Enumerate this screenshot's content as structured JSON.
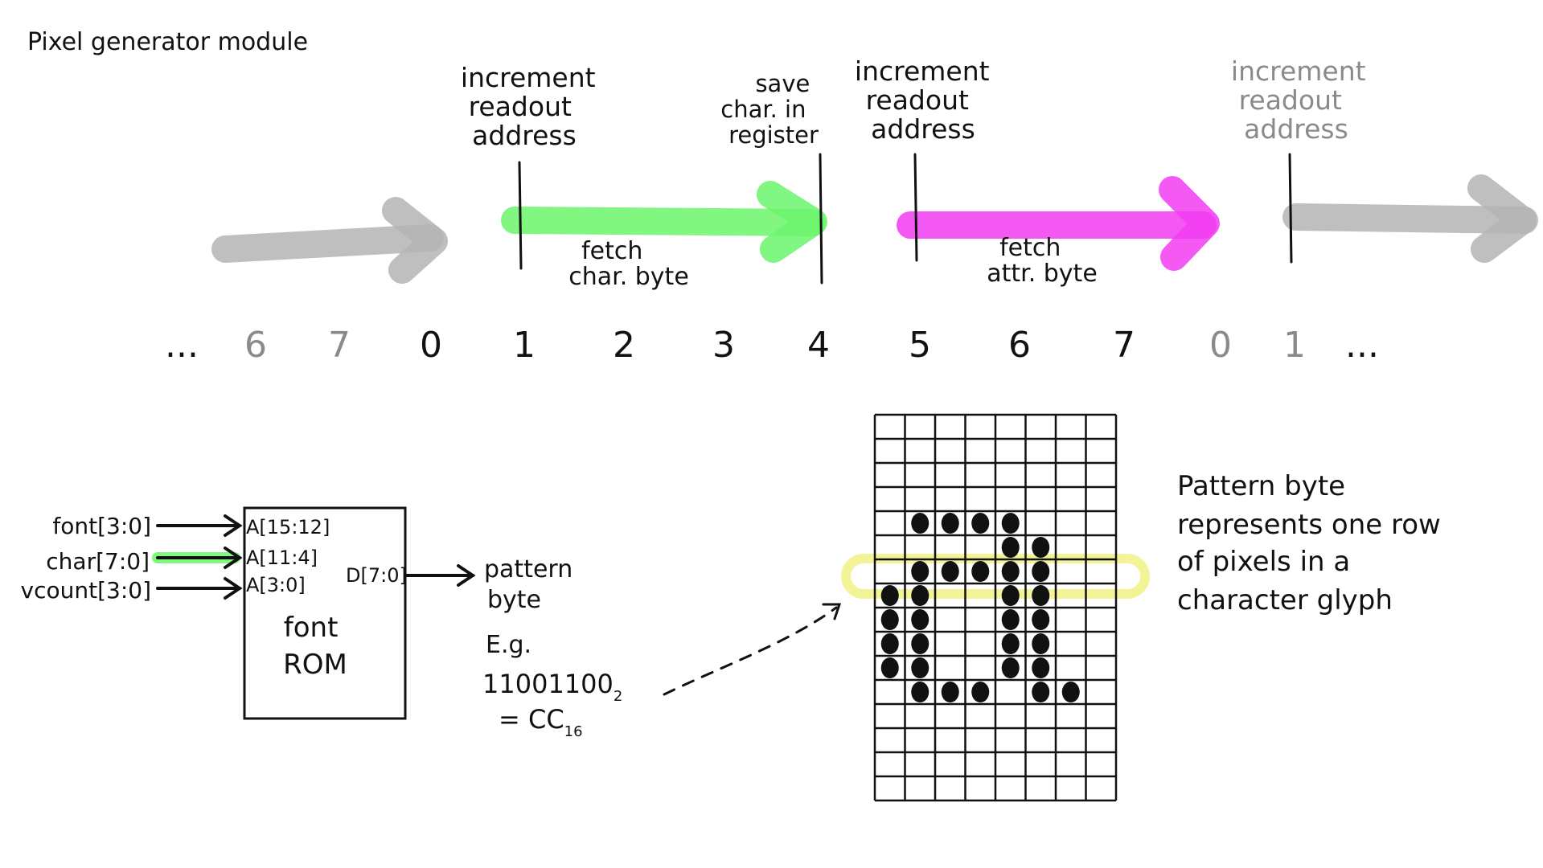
{
  "title": "Pixel generator module",
  "top_labels": {
    "inc1": [
      "increment",
      "readout",
      "address"
    ],
    "save": [
      "save",
      "char. in",
      "register"
    ],
    "inc2": [
      "increment",
      "readout",
      "address"
    ],
    "inc3": [
      "increment",
      "readout",
      "address"
    ]
  },
  "arrow_labels": {
    "fetch_char": [
      "fetch",
      "char. byte"
    ],
    "fetch_attr": [
      "fetch",
      "attr. byte"
    ]
  },
  "timeline": [
    "...",
    "6",
    "7",
    "0",
    "1",
    "2",
    "3",
    "4",
    "5",
    "6",
    "7",
    "0",
    "1",
    "..."
  ],
  "timeline_grey": [
    false,
    true,
    true,
    false,
    false,
    false,
    false,
    false,
    false,
    false,
    false,
    true,
    true,
    false
  ],
  "colors": {
    "grey_arrow": "#b4b4b4",
    "green_arrow": "#6cf56c",
    "pink_arrow": "#f23cf2",
    "highlight": "#f2f28c"
  },
  "rom": {
    "inputs": [
      "font[3:0]",
      "char[7:0]",
      "vcount[3:0]"
    ],
    "ports": [
      "A[15:12]",
      "A[11:4]",
      "A[3:0]"
    ],
    "data_port": "D[7:0]",
    "name": [
      "font",
      "ROM"
    ]
  },
  "output": {
    "label": [
      "pattern",
      "byte"
    ],
    "example": "E.g.",
    "binary": "11001100",
    "binary_base": "2",
    "hex": "= CC",
    "hex_base": "16"
  },
  "glyph_note": [
    "Pattern byte",
    "represents one row",
    "of pixels in a",
    "character glyph"
  ],
  "glyph": {
    "cols": 8,
    "rows": 16,
    "highlight_row": 6,
    "filled": [
      [
        4,
        1
      ],
      [
        4,
        2
      ],
      [
        4,
        3
      ],
      [
        4,
        4
      ],
      [
        5,
        4
      ],
      [
        5,
        5
      ],
      [
        6,
        1
      ],
      [
        6,
        2
      ],
      [
        6,
        3
      ],
      [
        6,
        4
      ],
      [
        6,
        5
      ],
      [
        7,
        0
      ],
      [
        7,
        1
      ],
      [
        7,
        4
      ],
      [
        7,
        5
      ],
      [
        8,
        0
      ],
      [
        8,
        1
      ],
      [
        8,
        4
      ],
      [
        8,
        5
      ],
      [
        9,
        0
      ],
      [
        9,
        1
      ],
      [
        9,
        4
      ],
      [
        9,
        5
      ],
      [
        10,
        0
      ],
      [
        10,
        1
      ],
      [
        10,
        4
      ],
      [
        10,
        5
      ],
      [
        11,
        1
      ],
      [
        11,
        2
      ],
      [
        11,
        3
      ],
      [
        11,
        5
      ],
      [
        11,
        6
      ]
    ]
  }
}
